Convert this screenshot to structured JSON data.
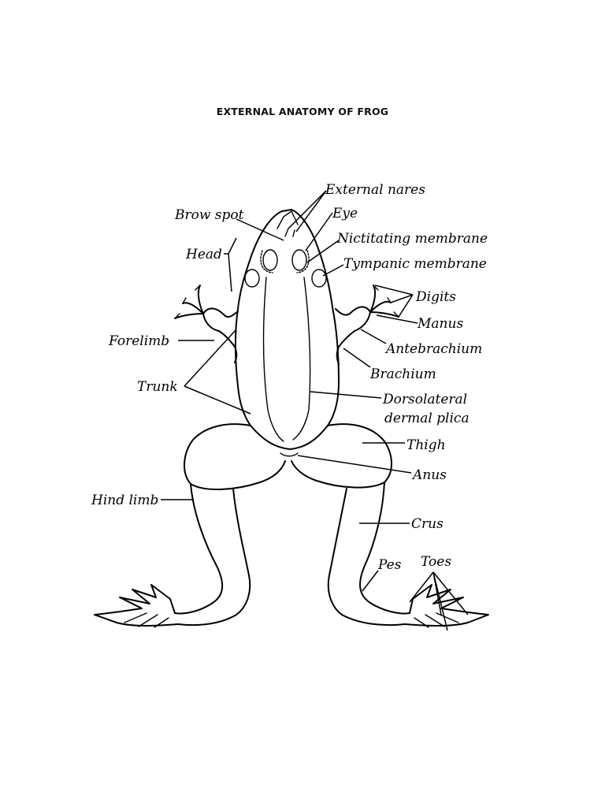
{
  "title": "EXTERNAL ANATOMY OF FROG",
  "labels": {
    "external_nares": "External nares",
    "brow_spot": "Brow spot",
    "eye": "Eye",
    "nictitating_membrane": "Nictitating membrane",
    "head": "Head",
    "tympanic_membrane": "Tympanic membrane",
    "digits": "Digits",
    "manus": "Manus",
    "forelimb": "Forelimb",
    "antebrachium": "Antebrachium",
    "brachium": "Brachium",
    "trunk": "Trunk",
    "dorsolateral_1": "Dorsolateral",
    "dorsolateral_2": "dermal plica",
    "thigh": "Thigh",
    "anus": "Anus",
    "hind_limb": "Hind limb",
    "crus": "Crus",
    "pes": "Pes",
    "toes": "Toes"
  }
}
